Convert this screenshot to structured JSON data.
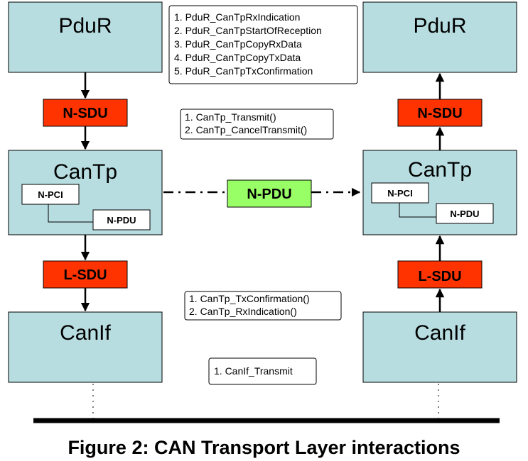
{
  "caption": "Figure 2: CAN Transport Layer interactions",
  "left_stack": {
    "pdur": "PduR",
    "n_sdu": "N-SDU",
    "cantp": "CanTp",
    "n_pci": "N-PCI",
    "n_pdu": "N-PDU",
    "l_sdu": "L-SDU",
    "canif": "CanIf"
  },
  "right_stack": {
    "pdur": "PduR",
    "n_sdu": "N-SDU",
    "cantp": "CanTp",
    "n_pci": "N-PCI",
    "n_pdu": "N-PDU",
    "l_sdu": "L-SDU",
    "canif": "CanIf"
  },
  "transfer_pdu": "N-PDU",
  "notes": {
    "pdur_callbacks": [
      "1. PduR_CanTpRxIndication",
      "2. PduR_CanTpStartOfReception",
      "3. PduR_CanTpCopyRxData",
      "4. PduR_CanTpCopyTxData",
      "5. PduR_CanTpTxConfirmation"
    ],
    "cantp_api": [
      "1. CanTp_Transmit()",
      "2. CanTp_CancelTransmit()"
    ],
    "canif_callbacks": [
      "1. CanTp_TxConfirmation()",
      "2. CanTp_RxIndication()"
    ],
    "canif_api": [
      "1. CanIf_Transmit"
    ]
  },
  "colors": {
    "layer": "#b7dde0",
    "sdu": "#ff3300",
    "pdu": "#99ff66"
  }
}
